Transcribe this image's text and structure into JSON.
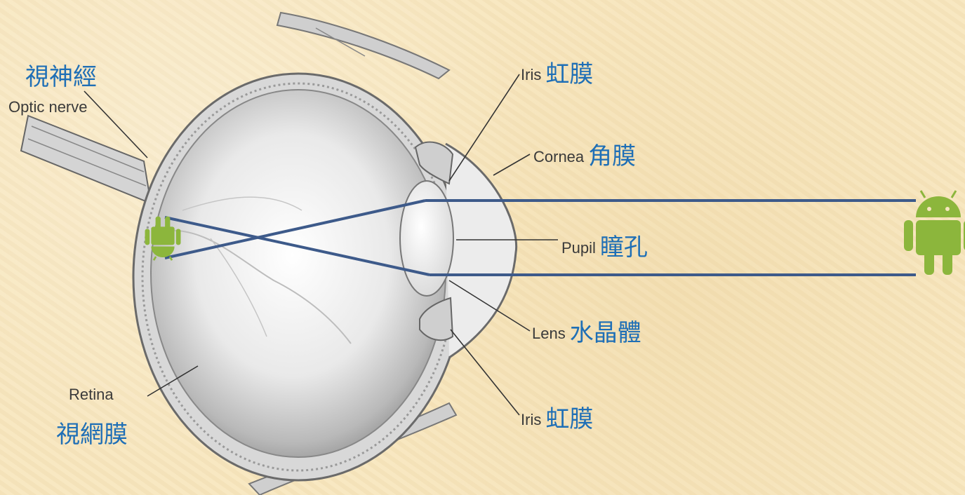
{
  "labels": {
    "optic_nerve_zh": "視神經",
    "optic_nerve_en": "Optic nerve",
    "iris_top_en": "Iris",
    "iris_top_zh": "虹膜",
    "cornea_en": "Cornea",
    "cornea_zh": "角膜",
    "pupil_en": "Pupil",
    "pupil_zh": "瞳孔",
    "lens_en": "Lens",
    "lens_zh": "水晶體",
    "iris_bottom_en": "Iris",
    "iris_bottom_zh": "虹膜",
    "retina_en": "Retina",
    "retina_zh": "視網膜"
  },
  "icons": {
    "object": "android-robot-icon",
    "image": "android-robot-inverted-icon"
  },
  "colors": {
    "background": "#f7e6bf",
    "ray": "#3d5a8a",
    "android": "#8cb63c",
    "chinese_label": "#1f6fb6"
  }
}
